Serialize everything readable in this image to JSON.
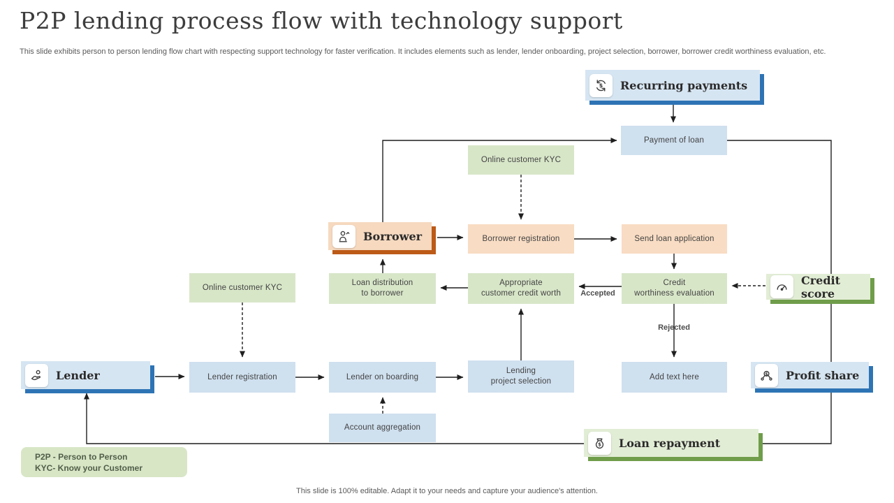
{
  "title": "P2P lending process flow with technology support",
  "subtitle": "This slide exhibits person to person lending flow chart with respecting support technology for faster verification. It includes elements such as lender, lender onboarding, project selection, borrower, borrower credit worthiness evaluation, etc.",
  "footer": "This slide is 100% editable. Adapt it to your needs and capture your audience's attention.",
  "legend": {
    "line1": "P2P - Person to Person",
    "line2": "KYC- Know your Customer"
  },
  "edge_labels": {
    "accepted": "Accepted",
    "rejected": "Rejected"
  },
  "nodes": {
    "recurring_payments": {
      "label": "Recurring payments",
      "icon": "recurring-payments-icon"
    },
    "payment_of_loan": {
      "label": "Payment of loan"
    },
    "online_customer_kyc_top": {
      "label": "Online customer KYC"
    },
    "borrower": {
      "label": "Borrower",
      "icon": "borrower-icon"
    },
    "borrower_registration": {
      "label": "Borrower registration"
    },
    "send_loan_application": {
      "label": "Send loan application"
    },
    "online_customer_kyc_left": {
      "label": "Online customer KYC"
    },
    "loan_distribution": {
      "line1": "Loan distribution",
      "line2": "to borrower"
    },
    "appropriate_credit_worth": {
      "line1": "Appropriate",
      "line2": "customer credit worth"
    },
    "credit_worthiness_evaluation": {
      "line1": "Credit",
      "line2": "worthiness evaluation"
    },
    "credit_score": {
      "label": "Credit score",
      "icon": "credit-score-icon"
    },
    "add_text_here": {
      "label": "Add text here"
    },
    "profit_share": {
      "label": "Profit share",
      "icon": "profit-share-icon"
    },
    "lender": {
      "label": "Lender",
      "icon": "lender-icon"
    },
    "lender_registration": {
      "label": "Lender registration"
    },
    "lender_onboarding": {
      "label": "Lender on boarding"
    },
    "lending_project_selection": {
      "line1": "Lending",
      "line2": "project selection"
    },
    "account_aggregation": {
      "label": "Account aggregation"
    },
    "loan_repayment": {
      "label": "Loan repayment",
      "icon": "loan-repayment-icon"
    }
  },
  "colors": {
    "blue_fill": "#cfe0ef",
    "blue_accent": "#2e74b5",
    "green_fill": "#d8e6c8",
    "green_accent": "#6f9d4a",
    "orange_fill": "#f8dcc3",
    "orange_accent": "#bc5a17",
    "line": "#1f1f1f",
    "text": "#424242"
  }
}
